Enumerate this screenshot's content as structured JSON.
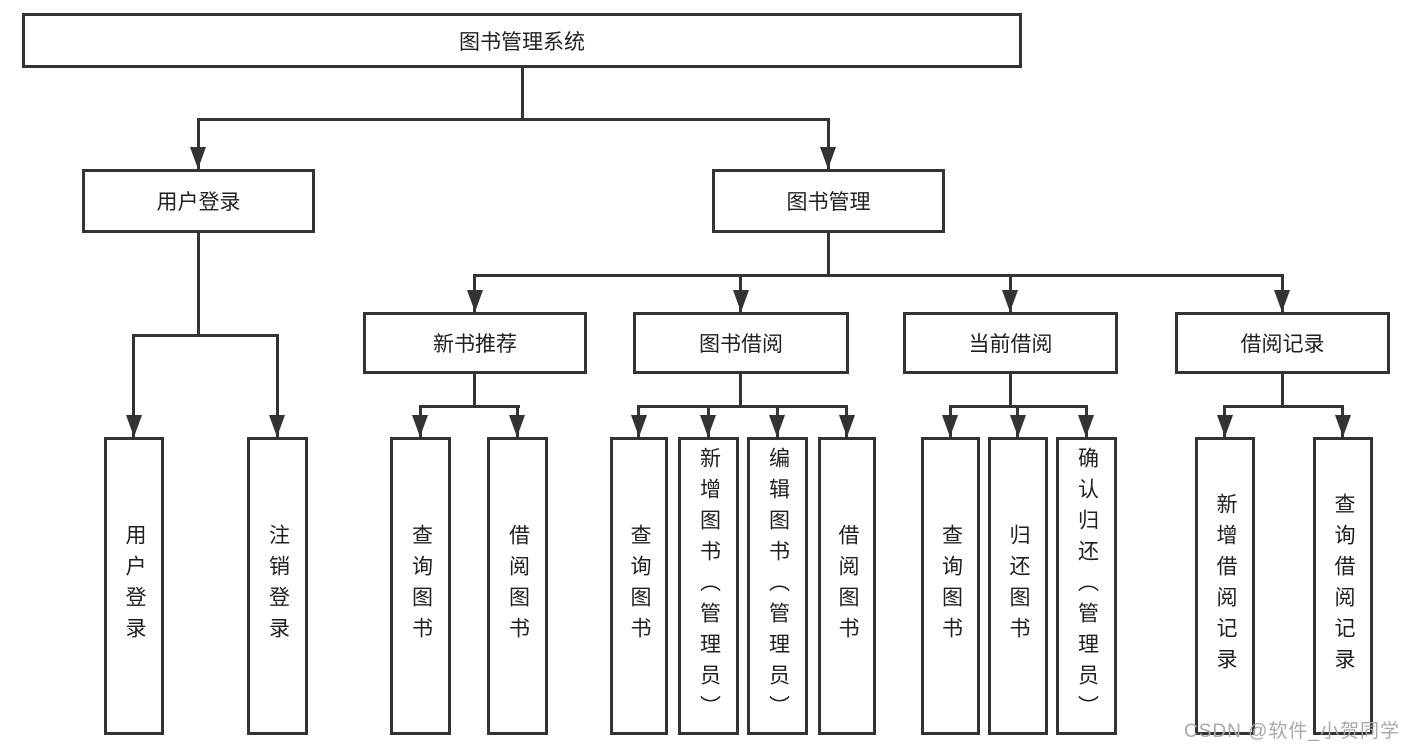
{
  "diagram_title": "图书管理系统",
  "nodes": [
    {
      "id": "root",
      "label": "图书管理系统",
      "parent": null
    },
    {
      "id": "user-login",
      "label": "用户登录",
      "parent": "root"
    },
    {
      "id": "book-mgmt",
      "label": "图书管理",
      "parent": "root"
    },
    {
      "id": "new-book-rec",
      "label": "新书推荐",
      "parent": "book-mgmt"
    },
    {
      "id": "book-borrow",
      "label": "图书借阅",
      "parent": "book-mgmt"
    },
    {
      "id": "current-borrow",
      "label": "当前借阅",
      "parent": "book-mgmt"
    },
    {
      "id": "borrow-records",
      "label": "借阅记录",
      "parent": "book-mgmt"
    },
    {
      "id": "leaf-user-login",
      "label": "用户登录",
      "parent": "user-login"
    },
    {
      "id": "leaf-logout",
      "label": "注销登录",
      "parent": "user-login"
    },
    {
      "id": "leaf-nbr-query",
      "label": "查询图书",
      "parent": "new-book-rec"
    },
    {
      "id": "leaf-nbr-borrow",
      "label": "借阅图书",
      "parent": "new-book-rec"
    },
    {
      "id": "leaf-bb-query",
      "label": "查询图书",
      "parent": "book-borrow"
    },
    {
      "id": "leaf-bb-add",
      "label": "新增图书（管理员）",
      "parent": "book-borrow"
    },
    {
      "id": "leaf-bb-edit",
      "label": "编辑图书（管理员）",
      "parent": "book-borrow"
    },
    {
      "id": "leaf-bb-borrow",
      "label": "借阅图书",
      "parent": "book-borrow"
    },
    {
      "id": "leaf-cb-query",
      "label": "查询图书",
      "parent": "current-borrow"
    },
    {
      "id": "leaf-cb-return",
      "label": "归还图书",
      "parent": "current-borrow"
    },
    {
      "id": "leaf-cb-confirm",
      "label": "确认归还（管理员）",
      "parent": "current-borrow"
    },
    {
      "id": "leaf-br-add",
      "label": "新增借阅记录",
      "parent": "borrow-records"
    },
    {
      "id": "leaf-br-query",
      "label": "查询借阅记录",
      "parent": "borrow-records"
    }
  ],
  "watermark": {
    "text": "CSDN @软件_小贺同学",
    "color": "#a8a8ad"
  },
  "colors": {
    "line": "#333333",
    "text": "#1f1f1f",
    "background": "#ffffff"
  }
}
